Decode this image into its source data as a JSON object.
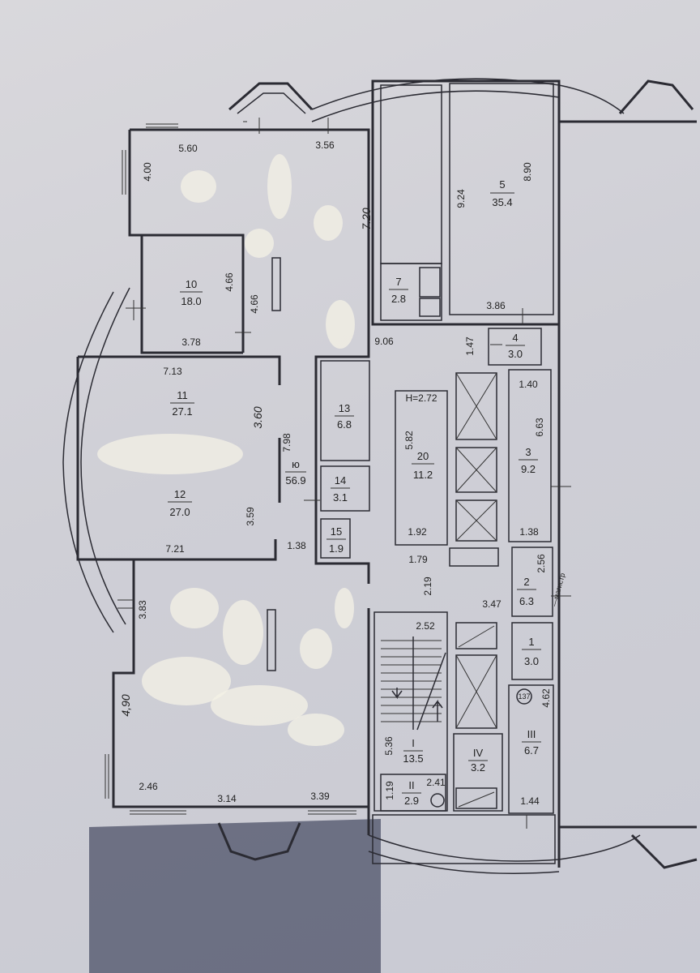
{
  "rooms": [
    {
      "num": "5",
      "area": "35.4"
    },
    {
      "num": "7",
      "area": "2.8"
    },
    {
      "num": "4",
      "area": "3.0"
    },
    {
      "num": "10",
      "area": "18.0"
    },
    {
      "num": "11",
      "area": "27.1"
    },
    {
      "num": "12",
      "area": "27.0"
    },
    {
      "num": "13",
      "area": "6.8"
    },
    {
      "num": "14",
      "area": "3.1"
    },
    {
      "num": "15",
      "area": "1.9"
    },
    {
      "num": "ю",
      "area": "56.9"
    },
    {
      "num": "20",
      "area": "11.2"
    },
    {
      "num": "3",
      "area": "9.2"
    },
    {
      "num": "2",
      "area": "6.3"
    },
    {
      "num": "1",
      "area": "3.0"
    },
    {
      "num": "III",
      "area": "6.7"
    },
    {
      "num": "I",
      "area": "13.5"
    },
    {
      "num": "IV",
      "area": "3.2"
    },
    {
      "num": "II",
      "area": "2.9"
    }
  ],
  "dims": [
    "5.60",
    "3.56",
    "4.00",
    "7.20",
    "9.24",
    "8.90",
    "3.86",
    "4.66",
    "4.66",
    "3.78",
    "9.06",
    "1.47",
    "7.13",
    "3.60",
    "7.98",
    "5.82",
    "1.40",
    "6.63",
    "H=2.72",
    "3.59",
    "1.92",
    "1.38",
    "7.21",
    "1.38",
    "1.79",
    "2.19",
    "3.47",
    "2.56",
    "3.83",
    "2.52",
    "4.62",
    "5.36",
    "1.19",
    "2.41",
    "2.46",
    "3.14",
    "3.39",
    "1.44"
  ],
  "handwritten": {
    "left_dim": "4,90",
    "side_note": "—магистр"
  },
  "stamp": "137",
  "colors": {
    "paper": "#d6d6dc",
    "ink": "#2b2b33",
    "shadow": "#1f2540"
  }
}
